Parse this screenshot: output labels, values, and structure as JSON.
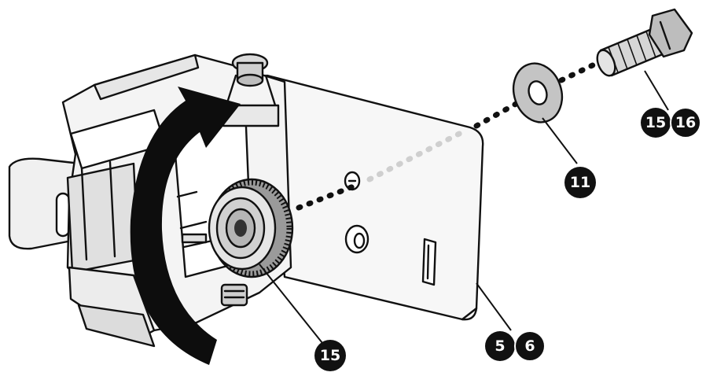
{
  "callouts": {
    "c15_top": "15",
    "c16_top": "16",
    "c11": "11",
    "c15_knob": "15",
    "c5": "5",
    "c6": "6"
  },
  "colors": {
    "outline": "#111111",
    "fill_light": "#f2f2f2",
    "fill_mid": "#cfcfcf",
    "fill_dark": "#8a8a8a",
    "badge": "#111111",
    "arrow": "#0d0d0d"
  },
  "parts": [
    "mounting-bracket",
    "adjustment-knob",
    "mounting-plate",
    "washer",
    "bolt",
    "rotation-arrow"
  ]
}
